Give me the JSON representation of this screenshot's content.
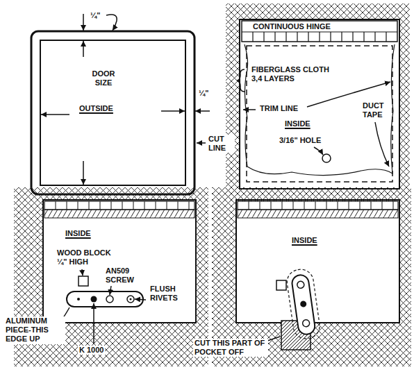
{
  "diagram": {
    "labels": [
      "¼\"",
      "DOOR SIZE",
      "OUTSIDE",
      "¼\"",
      "CUT LINE",
      "CONTINUOUS HINGE",
      "FIBERGLASS CLOTH 3,4 LAYERS",
      "TRIM LINE",
      "DUCT TAPE",
      "INSIDE",
      "3/16\" HOLE",
      "INSIDE",
      "WOOD BLOCK ¼\" HIGH",
      "AN509 SCREW",
      "FLUSH RIVETS",
      "ALUMINUM PIECE-THIS EDGE UP",
      "K 1000",
      "INSIDE",
      "CUT THIS PART OF POCKET OFF"
    ]
  }
}
